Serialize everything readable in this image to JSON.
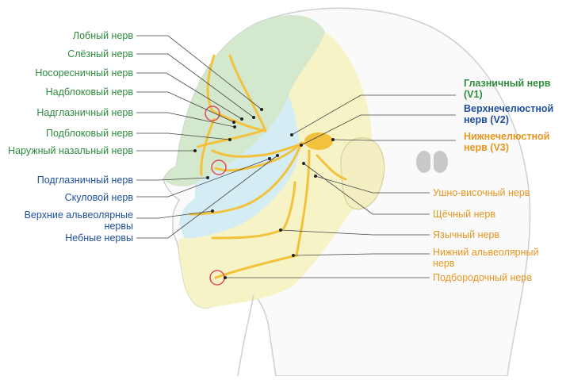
{
  "colors": {
    "v1_green": "#2e8b3e",
    "v2_blue": "#1f4f9c",
    "v3_orange": "#e8961e",
    "nerve_yellow": "#f2c23c",
    "zone_v1": "#cfe6c8",
    "zone_v2": "#cfe8f0",
    "zone_v3": "#f6f2c4",
    "outline": "#c9c9c9"
  },
  "left_labels": {
    "frontal": "Лобный нерв",
    "lacrimal": "Слёзный нерв",
    "nasociliary": "Носоресничный нерв",
    "supratrochlear": "Надблоковый нерв",
    "supraorbital": "Надглазничный нерв",
    "infratrochlear": "Подблоковый нерв",
    "external_nasal": "Наружный назальный нерв",
    "infraorbital": "Подглазничный нерв",
    "zygomatic": "Скуловой нерв",
    "superior_alveolar": "Верхние альвеолярные нервы",
    "palatine": "Небные нервы"
  },
  "right_labels": {
    "ophthalmic": "Глазничный нерв (V1)",
    "maxillary": "Верхнечелюстной нерв (V2)",
    "mandibular": "Нижнечелюстной нерв (V3)",
    "auriculotemporal": "Ушно-височный нерв",
    "buccal": "Щёчный нерв",
    "lingual": "Язычный нерв",
    "inferior_alveolar": "Нижний альвеолярный нерв",
    "mental": "Подбородочный нерв"
  },
  "icons": {
    "brain_logo": "brain-logo-icon",
    "foramen_marker": "foramen-circle-icon"
  }
}
